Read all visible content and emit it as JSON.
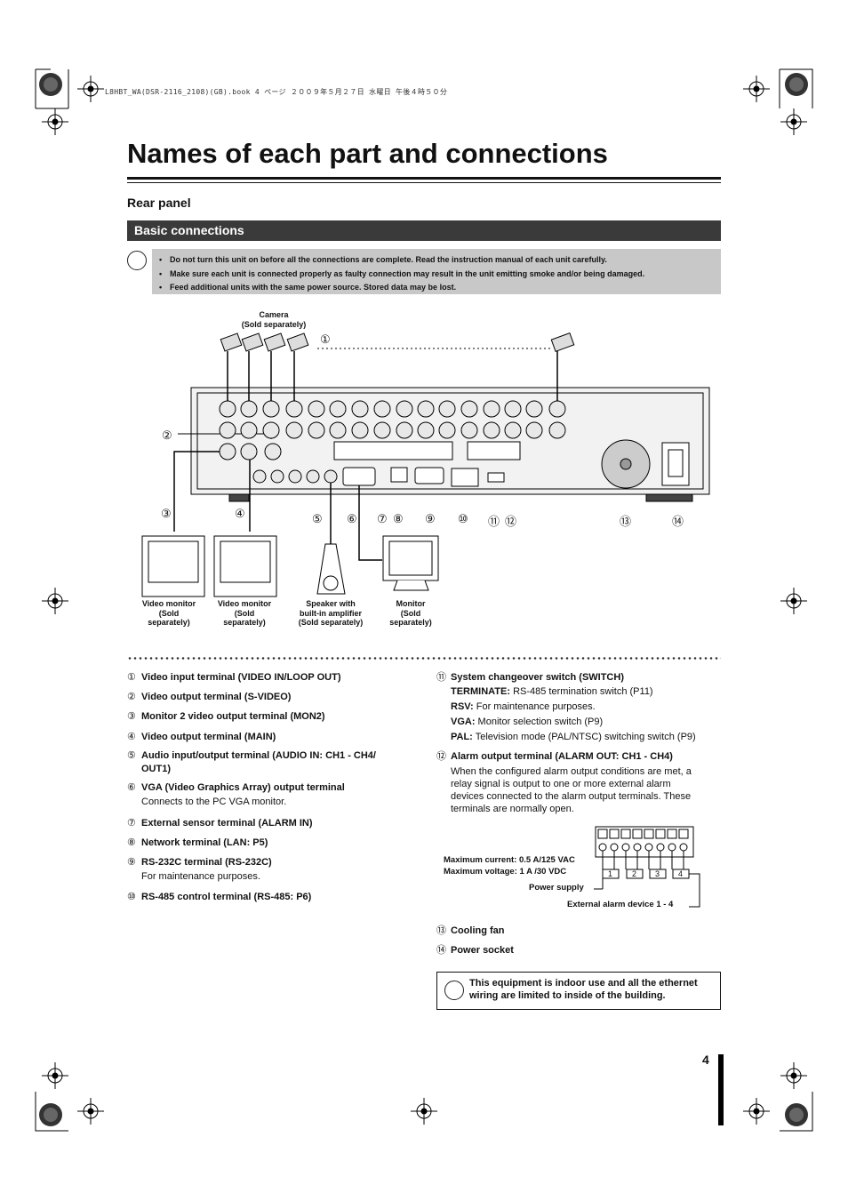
{
  "header": {
    "book_line": "L8HBT_WA(DSR-2116_2108)(GB).book  4 ページ  ２００９年５月２７日  水曜日  午後４時５０分"
  },
  "title": "Names of each part and connections",
  "subtitle": "Rear panel",
  "section_bar": "Basic connections",
  "cautions": [
    "Do not turn this unit on before all the connections are complete. Read the instruction manual of each unit carefully.",
    "Make sure each unit is connected properly as faulty connection may result in the unit emitting smoke and/or being damaged.",
    "Feed additional units with the same power source. Stored data may be lost."
  ],
  "diagram": {
    "camera_label": [
      "Camera",
      "(Sold separately)"
    ],
    "video_monitor_1": [
      "Video monitor",
      "(Sold",
      "separately)"
    ],
    "video_monitor_2": [
      "Video monitor",
      "(Sold",
      "separately)"
    ],
    "speaker": [
      "Speaker with",
      "built-in amplifier",
      "(Sold separately)"
    ],
    "monitor": [
      "Monitor",
      "(Sold",
      "separately)"
    ],
    "callouts": [
      "①",
      "②",
      "③",
      "④",
      "⑤",
      "⑥",
      "⑦",
      "⑧",
      "⑨",
      "⑩",
      "⑪",
      "⑫",
      "⑬",
      "⑭"
    ]
  },
  "left_items": [
    {
      "n": "①",
      "t": "Video input terminal (VIDEO IN/LOOP OUT)"
    },
    {
      "n": "②",
      "t": "Video output terminal (S-VIDEO)"
    },
    {
      "n": "③",
      "t": "Monitor 2 video output terminal (MON2)"
    },
    {
      "n": "④",
      "t": "Video output terminal (MAIN)"
    },
    {
      "n": "⑤",
      "t": "Audio input/output terminal (AUDIO IN: CH1 - CH4/",
      "t2": "OUT1)"
    },
    {
      "n": "⑥",
      "t": "VGA (Video Graphics Array) output terminal",
      "d": "Connects to the PC VGA monitor."
    },
    {
      "n": "⑦",
      "t": "External sensor terminal (ALARM IN)"
    },
    {
      "n": "⑧",
      "t": "Network terminal (LAN: P5)"
    },
    {
      "n": "⑨",
      "t": "RS-232C terminal (RS-232C)",
      "d": "For maintenance purposes."
    },
    {
      "n": "⑩",
      "t": "RS-485 control terminal (RS-485: P6)"
    }
  ],
  "right": {
    "item11": {
      "n": "⑪",
      "t": "System changeover switch (SWITCH)"
    },
    "switches": [
      {
        "k": "TERMINATE:",
        "v": " RS-485 termination switch (P11)"
      },
      {
        "k": "RSV:",
        "v": " For maintenance purposes."
      },
      {
        "k": "VGA:",
        "v": " Monitor selection switch (P9)"
      },
      {
        "k": "PAL:",
        "v": " Television mode (PAL/NTSC) switching switch (P9)"
      }
    ],
    "item12": {
      "n": "⑫",
      "t": "Alarm output terminal (ALARM OUT: CH1 - CH4)"
    },
    "item12_desc": [
      "When the configured alarm output conditions are met, a",
      "relay signal is output to one or more external alarm",
      "devices connected to the alarm output terminals. These",
      "terminals are normally open."
    ],
    "alarm_fig": {
      "max_current": "Maximum current: 0.5 A/125 VAC",
      "max_voltage": "Maximum voltage: 1 A /30 VDC",
      "power_supply": "Power supply",
      "external": "External alarm device 1 - 4",
      "boxes": [
        "1",
        "2",
        "3",
        "4"
      ]
    },
    "item13": {
      "n": "⑬",
      "t": "Cooling fan"
    },
    "item14": {
      "n": "⑭",
      "t": "Power socket"
    },
    "warning": [
      "This equipment is indoor use and all the ethernet",
      "wiring are limited to inside of the building."
    ]
  },
  "page_number": "4"
}
